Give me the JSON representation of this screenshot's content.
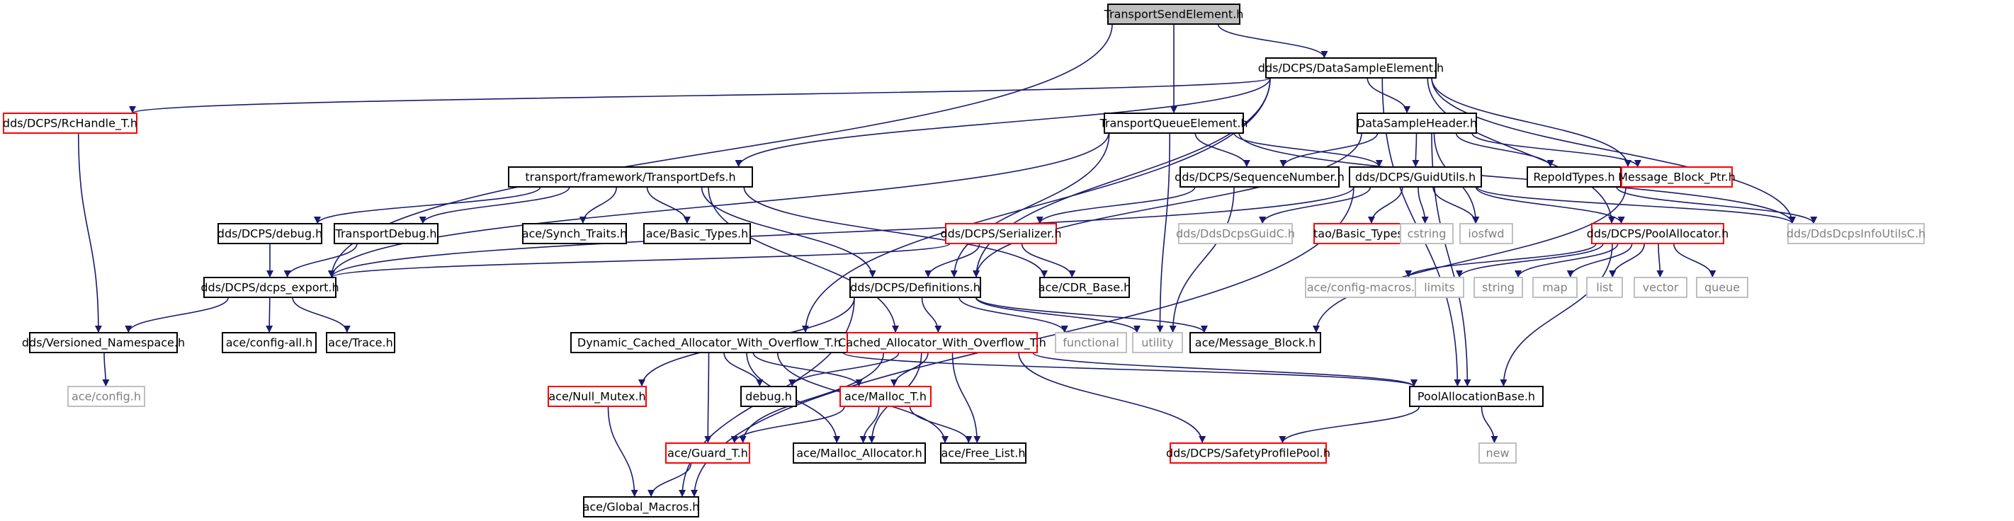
{
  "colors": {
    "edge": "#191970",
    "box_normal": "#000000",
    "box_missing": "#bfbfbf",
    "box_truncated": "#ff0000",
    "root_fill": "#bfbfbf",
    "text_normal": "#000000",
    "text_missing": "#808080"
  },
  "nodes": [
    {
      "id": "root",
      "label": "TransportSendElement.h",
      "kind": "root"
    },
    {
      "id": "dse",
      "label": "dds/DCPS/DataSampleElement.h",
      "kind": "normal"
    },
    {
      "id": "rch",
      "label": "dds/DCPS/RcHandle_T.h",
      "kind": "truncated"
    },
    {
      "id": "tqe",
      "label": "TransportQueueElement.h",
      "kind": "normal"
    },
    {
      "id": "dsh",
      "label": "DataSampleHeader.h",
      "kind": "normal"
    },
    {
      "id": "tdefs",
      "label": "transport/framework/TransportDefs.h",
      "kind": "normal"
    },
    {
      "id": "seqnum",
      "label": "dds/DCPS/SequenceNumber.h",
      "kind": "normal"
    },
    {
      "id": "guid",
      "label": "dds/DCPS/GuidUtils.h",
      "kind": "normal"
    },
    {
      "id": "repo",
      "label": "RepoIdTypes.h",
      "kind": "normal"
    },
    {
      "id": "mbp",
      "label": "Message_Block_Ptr.h",
      "kind": "truncated"
    },
    {
      "id": "dbg",
      "label": "dds/DCPS/debug.h",
      "kind": "normal"
    },
    {
      "id": "tdbg",
      "label": "TransportDebug.h",
      "kind": "normal"
    },
    {
      "id": "synch",
      "label": "ace/Synch_Traits.h",
      "kind": "normal"
    },
    {
      "id": "basict",
      "label": "ace/Basic_Types.h",
      "kind": "normal"
    },
    {
      "id": "ser",
      "label": "dds/DCPS/Serializer.h",
      "kind": "truncated"
    },
    {
      "id": "ddsguidc",
      "label": "dds/DdsDcpsGuidC.h",
      "kind": "missing"
    },
    {
      "id": "taobt",
      "label": "tao/Basic_Types.h",
      "kind": "truncated"
    },
    {
      "id": "cstring",
      "label": "cstring",
      "kind": "missing"
    },
    {
      "id": "iosfwd",
      "label": "iosfwd",
      "kind": "missing"
    },
    {
      "id": "pool",
      "label": "dds/DCPS/PoolAllocator.h",
      "kind": "truncated"
    },
    {
      "id": "infoc",
      "label": "dds/DdsDcpsInfoUtilsC.h",
      "kind": "missing"
    },
    {
      "id": "export",
      "label": "dds/DCPS/dcps_export.h",
      "kind": "normal"
    },
    {
      "id": "defs",
      "label": "dds/DCPS/Definitions.h",
      "kind": "normal"
    },
    {
      "id": "cdr",
      "label": "ace/CDR_Base.h",
      "kind": "normal"
    },
    {
      "id": "cfgmac",
      "label": "ace/config-macros.h",
      "kind": "missing"
    },
    {
      "id": "limits",
      "label": "limits",
      "kind": "missing"
    },
    {
      "id": "string",
      "label": "string",
      "kind": "missing"
    },
    {
      "id": "map",
      "label": "map",
      "kind": "missing"
    },
    {
      "id": "list",
      "label": "list",
      "kind": "missing"
    },
    {
      "id": "vector",
      "label": "vector",
      "kind": "missing"
    },
    {
      "id": "queue",
      "label": "queue",
      "kind": "missing"
    },
    {
      "id": "vns",
      "label": "dds/Versioned_Namespace.h",
      "kind": "normal"
    },
    {
      "id": "cfgall",
      "label": "ace/config-all.h",
      "kind": "normal"
    },
    {
      "id": "trace",
      "label": "ace/Trace.h",
      "kind": "normal"
    },
    {
      "id": "dcawo",
      "label": "Dynamic_Cached_Allocator_With_Overflow_T.h",
      "kind": "normal"
    },
    {
      "id": "cawo",
      "label": "Cached_Allocator_With_Overflow_T.h",
      "kind": "truncated"
    },
    {
      "id": "functional",
      "label": "functional",
      "kind": "missing"
    },
    {
      "id": "utility",
      "label": "utility",
      "kind": "missing"
    },
    {
      "id": "msgblk",
      "label": "ace/Message_Block.h",
      "kind": "normal"
    },
    {
      "id": "acecfg",
      "label": "ace/config.h",
      "kind": "missing"
    },
    {
      "id": "nullmtx",
      "label": "ace/Null_Mutex.h",
      "kind": "truncated"
    },
    {
      "id": "debugh",
      "label": "debug.h",
      "kind": "normal"
    },
    {
      "id": "malloct",
      "label": "ace/Malloc_T.h",
      "kind": "truncated"
    },
    {
      "id": "pab",
      "label": "PoolAllocationBase.h",
      "kind": "normal"
    },
    {
      "id": "guard",
      "label": "ace/Guard_T.h",
      "kind": "truncated"
    },
    {
      "id": "mallocalloc",
      "label": "ace/Malloc_Allocator.h",
      "kind": "normal"
    },
    {
      "id": "freelist",
      "label": "ace/Free_List.h",
      "kind": "normal"
    },
    {
      "id": "safety",
      "label": "dds/DCPS/SafetyProfilePool.h",
      "kind": "truncated"
    },
    {
      "id": "new",
      "label": "new",
      "kind": "missing"
    },
    {
      "id": "globalm",
      "label": "ace/Global_Macros.h",
      "kind": "normal"
    }
  ],
  "edges": [
    [
      "root",
      "dse"
    ],
    [
      "root",
      "tqe"
    ],
    [
      "root",
      "export"
    ],
    [
      "dse",
      "rch"
    ],
    [
      "dse",
      "tdefs"
    ],
    [
      "dse",
      "dsh"
    ],
    [
      "dse",
      "defs"
    ],
    [
      "dse",
      "dcawo"
    ],
    [
      "dse",
      "mbp"
    ],
    [
      "dse",
      "pool"
    ],
    [
      "dse",
      "infoc"
    ],
    [
      "dse",
      "pab"
    ],
    [
      "rch",
      "vns"
    ],
    [
      "tqe",
      "seqnum"
    ],
    [
      "tqe",
      "guid"
    ],
    [
      "tqe",
      "defs"
    ],
    [
      "tqe",
      "export"
    ],
    [
      "tqe",
      "utility"
    ],
    [
      "tqe",
      "infoc"
    ],
    [
      "dsh",
      "seqnum"
    ],
    [
      "dsh",
      "guid"
    ],
    [
      "dsh",
      "repo"
    ],
    [
      "dsh",
      "mbp"
    ],
    [
      "dsh",
      "defs"
    ],
    [
      "dsh",
      "iosfwd"
    ],
    [
      "dsh",
      "pab"
    ],
    [
      "tdefs",
      "dbg"
    ],
    [
      "tdefs",
      "tdbg"
    ],
    [
      "tdefs",
      "synch"
    ],
    [
      "tdefs",
      "basict"
    ],
    [
      "tdefs",
      "defs"
    ],
    [
      "tdefs",
      "cdr"
    ],
    [
      "tdefs",
      "cawo"
    ],
    [
      "seqnum",
      "ser"
    ],
    [
      "seqnum",
      "utility"
    ],
    [
      "guid",
      "ddsguidc"
    ],
    [
      "guid",
      "taobt"
    ],
    [
      "guid",
      "cstring"
    ],
    [
      "guid",
      "iosfwd"
    ],
    [
      "guid",
      "pool"
    ],
    [
      "guid",
      "infoc"
    ],
    [
      "guid",
      "export"
    ],
    [
      "guid",
      "globalm"
    ],
    [
      "repo",
      "infoc"
    ],
    [
      "mbp",
      "msgblk"
    ],
    [
      "dbg",
      "export"
    ],
    [
      "tdbg",
      "export"
    ],
    [
      "ser",
      "cdr"
    ],
    [
      "ser",
      "defs"
    ],
    [
      "ser",
      "export"
    ],
    [
      "pool",
      "cfgmac"
    ],
    [
      "pool",
      "limits"
    ],
    [
      "pool",
      "string"
    ],
    [
      "pool",
      "map"
    ],
    [
      "pool",
      "list"
    ],
    [
      "pool",
      "vector"
    ],
    [
      "pool",
      "queue"
    ],
    [
      "pool",
      "pab"
    ],
    [
      "export",
      "vns"
    ],
    [
      "export",
      "cfgall"
    ],
    [
      "export",
      "trace"
    ],
    [
      "defs",
      "cawo"
    ],
    [
      "defs",
      "functional"
    ],
    [
      "defs",
      "utility"
    ],
    [
      "defs",
      "msgblk"
    ],
    [
      "defs",
      "nullmtx"
    ],
    [
      "defs",
      "globalm"
    ],
    [
      "vns",
      "acecfg"
    ],
    [
      "dcawo",
      "debugh"
    ],
    [
      "dcawo",
      "malloct"
    ],
    [
      "dcawo",
      "guard"
    ],
    [
      "dcawo",
      "mallocalloc"
    ],
    [
      "dcawo",
      "freelist"
    ],
    [
      "dcawo",
      "pab"
    ],
    [
      "cawo",
      "debugh"
    ],
    [
      "cawo",
      "malloct"
    ],
    [
      "cawo",
      "guard"
    ],
    [
      "cawo",
      "mallocalloc"
    ],
    [
      "cawo",
      "freelist"
    ],
    [
      "cawo",
      "pab"
    ],
    [
      "cawo",
      "safety"
    ],
    [
      "nullmtx",
      "globalm"
    ],
    [
      "malloct",
      "guard"
    ],
    [
      "malloct",
      "mallocalloc"
    ],
    [
      "malloct",
      "freelist"
    ],
    [
      "guard",
      "globalm"
    ],
    [
      "pab",
      "safety"
    ],
    [
      "pab",
      "new"
    ]
  ]
}
